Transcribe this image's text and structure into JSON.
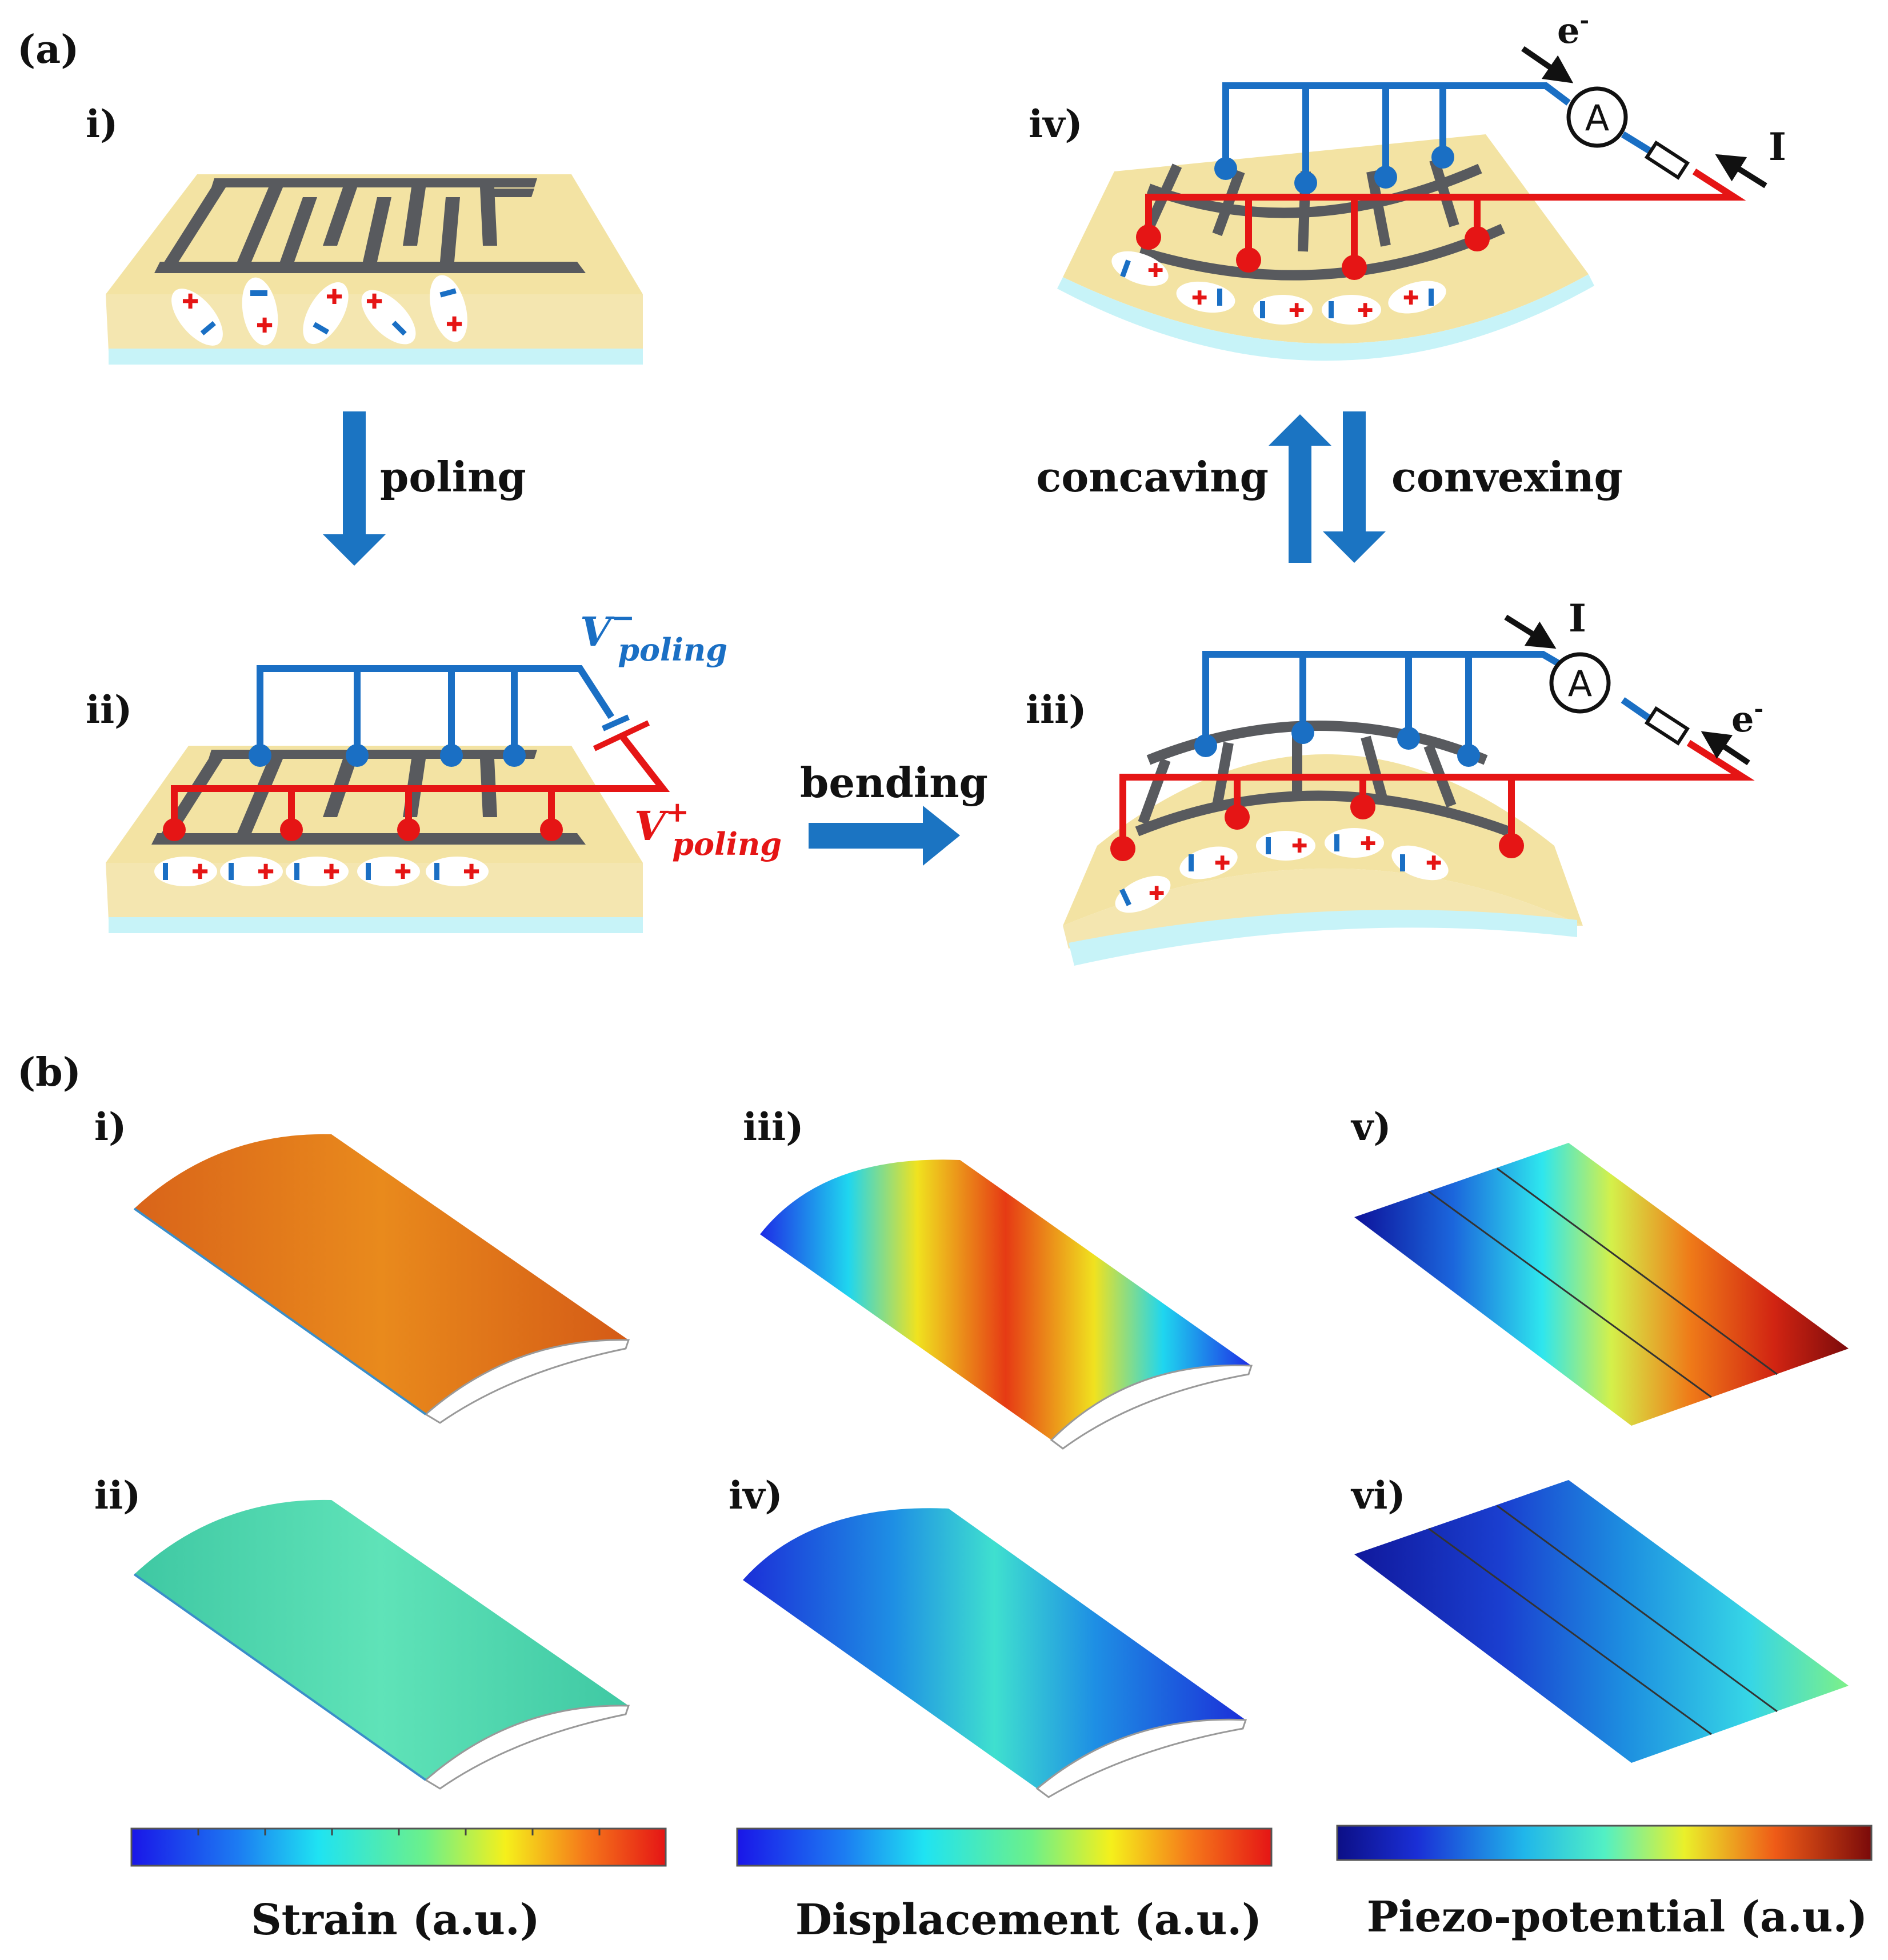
{
  "panel_a": {
    "label": "(a)",
    "steps": {
      "i": "i)",
      "ii": "ii)",
      "iii": "iii)",
      "iv": "iv)"
    },
    "arrows": {
      "poling": "poling",
      "bending": "bending",
      "concaving": "concaving",
      "convexing": "convexing"
    },
    "voltage": {
      "neg_symbol": "V",
      "neg_sup": "−",
      "neg_sub": "poling",
      "pos_symbol": "V",
      "pos_sup": "+",
      "pos_sub": "poling"
    },
    "circuit": {
      "ammeter": "A",
      "electron": "e",
      "electron_sup": "-",
      "current": "I"
    }
  },
  "panel_b": {
    "label": "(b)",
    "subpanels": [
      "i)",
      "ii)",
      "iii)",
      "iv)",
      "v)",
      "vi)"
    ],
    "colorbars": [
      "Strain (a.u.)",
      "Displacement (a.u.)",
      "Piezo-potential (a.u.)"
    ]
  },
  "colors": {
    "substrate": "#f3e3a3",
    "substrate_edge": "#d8c27a",
    "electrode": "#585a5e",
    "negative": "#1a6fc4",
    "positive": "#e51515",
    "arrow": "#1b74c2",
    "film": "#c7f3f8"
  }
}
